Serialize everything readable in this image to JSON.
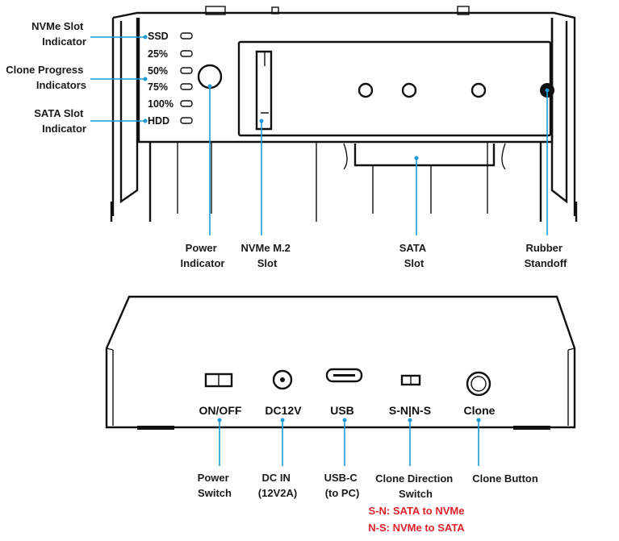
{
  "colors": {
    "leader": "#1b9ad6",
    "note": "#e0202a",
    "outline": "#111111"
  },
  "top_view": {
    "leds": [
      "SSD",
      "25%",
      "50%",
      "75%",
      "100%",
      "HDD"
    ],
    "callouts": {
      "nvme_indicator": [
        "NVMe Slot",
        "Indicator"
      ],
      "clone_progress": [
        "Clone Progress",
        "Indicators"
      ],
      "sata_indicator": [
        "SATA Slot",
        "Indicator"
      ],
      "power_indicator": [
        "Power",
        "Indicator"
      ],
      "nvme_slot": [
        "NVMe M.2",
        "Slot"
      ],
      "sata_slot": [
        "SATA",
        "Slot"
      ],
      "rubber_standoff": [
        "Rubber",
        "Standoff"
      ]
    }
  },
  "rear_panel": {
    "labels": {
      "onoff": "ON/OFF",
      "dc": "DC12V",
      "usb": "USB",
      "direction": "S-N|N-S",
      "clone": "Clone"
    },
    "callouts": {
      "power_switch": [
        "Power",
        "Switch"
      ],
      "dc_in": [
        "DC IN",
        "(12V2A)"
      ],
      "usb_c": [
        "USB-C",
        "(to PC)"
      ],
      "direction_switch": [
        "Clone Direction",
        "Switch"
      ],
      "clone_button": [
        "Clone Button"
      ]
    },
    "notes": [
      "S-N: SATA to NVMe",
      "N-S: NVMe to SATA"
    ]
  }
}
